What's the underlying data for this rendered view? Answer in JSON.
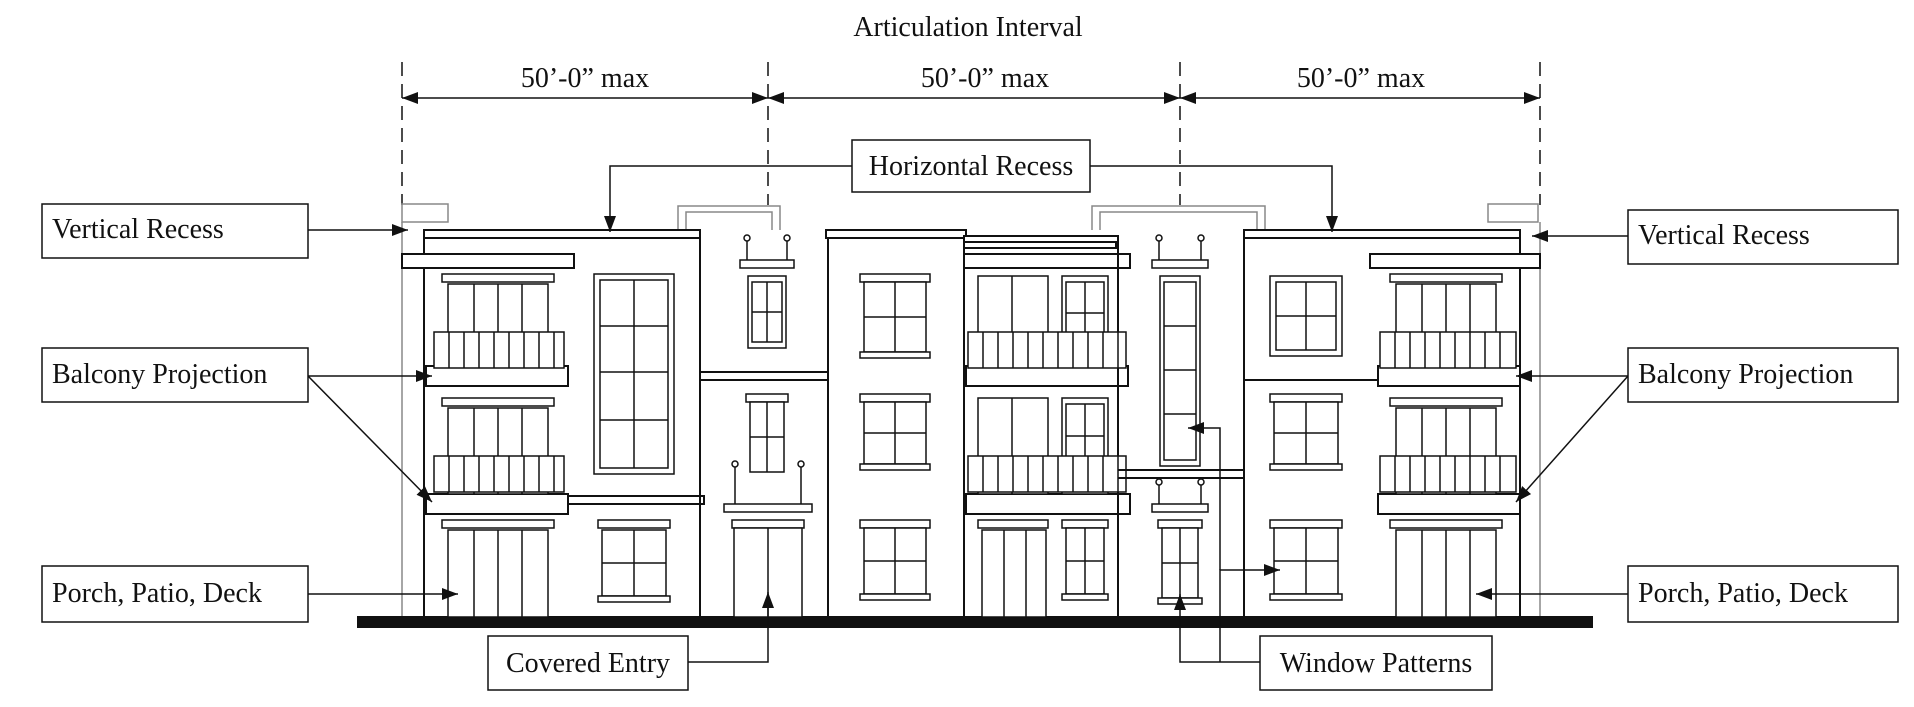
{
  "title": "Articulation Interval",
  "dimensions": [
    {
      "label": "50’-0” max"
    },
    {
      "label": "50’-0” max"
    },
    {
      "label": "50’-0” max"
    }
  ],
  "callouts": {
    "horizontal_recess": "Horizontal Recess",
    "vertical_recess_left": "Vertical Recess",
    "vertical_recess_right": "Vertical Recess",
    "balcony_projection_left": "Balcony Projection",
    "balcony_projection_right": "Balcony Projection",
    "porch_left": "Porch, Patio, Deck",
    "porch_right": "Porch, Patio, Deck",
    "covered_entry": "Covered Entry",
    "window_patterns": "Window Patterns"
  }
}
